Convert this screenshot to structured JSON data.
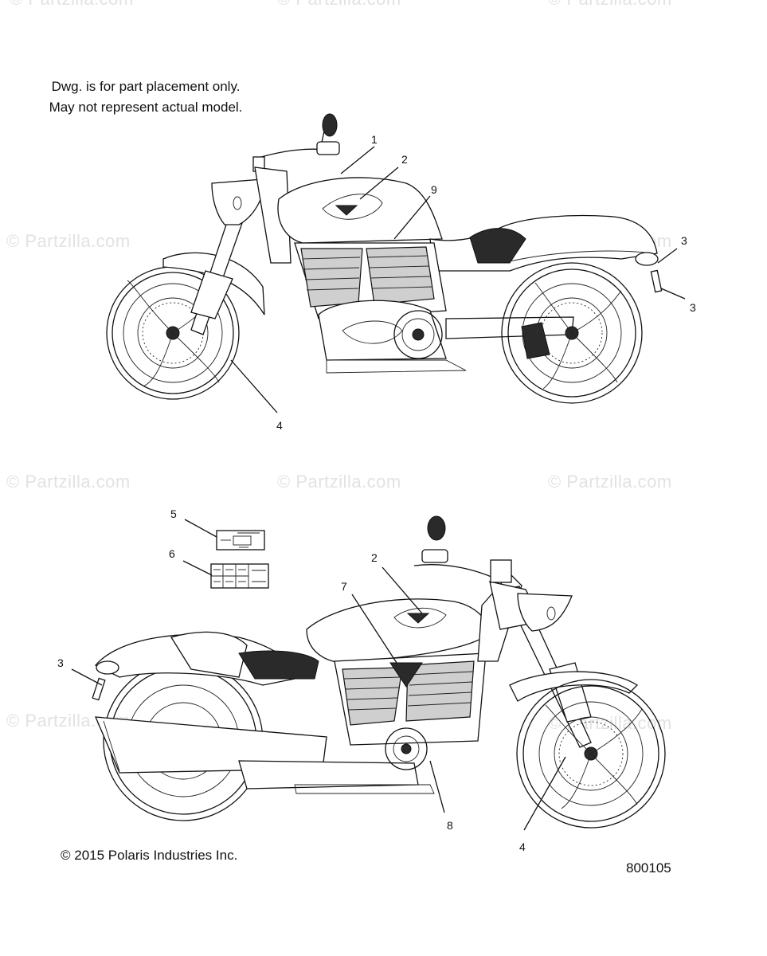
{
  "watermark": "© Partzilla.com",
  "note": {
    "line1": "Dwg. is for part placement only.",
    "line2": "May not represent actual model."
  },
  "top_view": {
    "callouts": [
      "1",
      "2",
      "9",
      "3",
      "3",
      "4"
    ]
  },
  "bottom_view": {
    "callouts": [
      "5",
      "6",
      "2",
      "7",
      "3",
      "8",
      "4"
    ]
  },
  "footer": {
    "copyright": "© 2015 Polaris Industries Inc.",
    "drawing_number": "800105"
  }
}
